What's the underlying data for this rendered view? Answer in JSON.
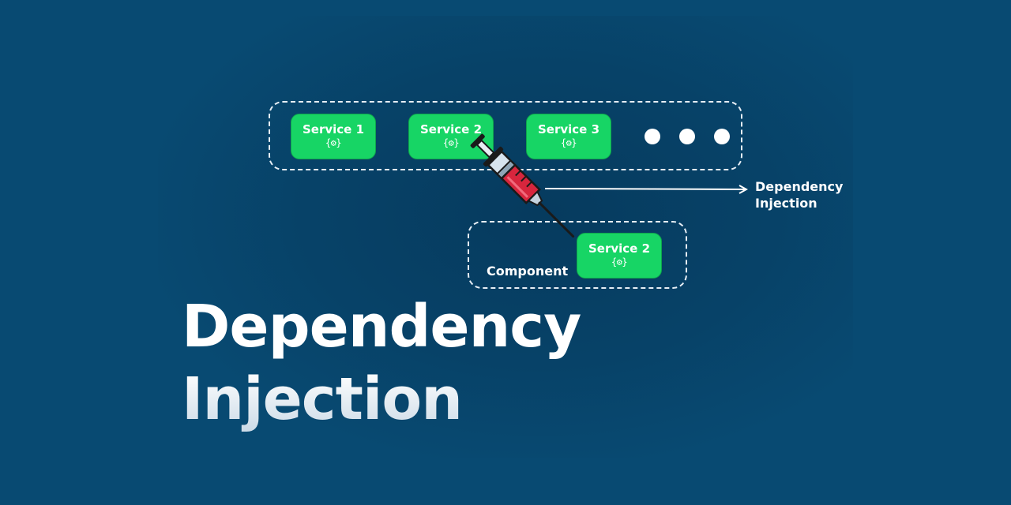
{
  "services": {
    "service_1": {
      "name": "Service 1",
      "icon": "{⚙}",
      "icon_name": "gear-icon"
    },
    "service_2": {
      "name": "Service 2",
      "icon": "{⚙}",
      "icon_name": "gear-icon"
    },
    "service_3": {
      "name": "Service 3",
      "icon": "{⚙}",
      "icon_name": "gear-icon"
    }
  },
  "component": {
    "label": "Component",
    "injected_service": {
      "name": "Service 2",
      "icon": "{⚙}",
      "icon_name": "gear-icon"
    }
  },
  "arrow_label": {
    "line1": "Dependency",
    "line2": "Injection"
  },
  "title": {
    "line1": "Dependency",
    "line2": "Injection"
  },
  "injector_icon": "syringe-icon",
  "colors": {
    "background": "#084a72",
    "service_fill": "#17d565",
    "dashed_border": "#e6eef5",
    "syringe_barrel": "#d7263d",
    "text": "#ffffff"
  }
}
